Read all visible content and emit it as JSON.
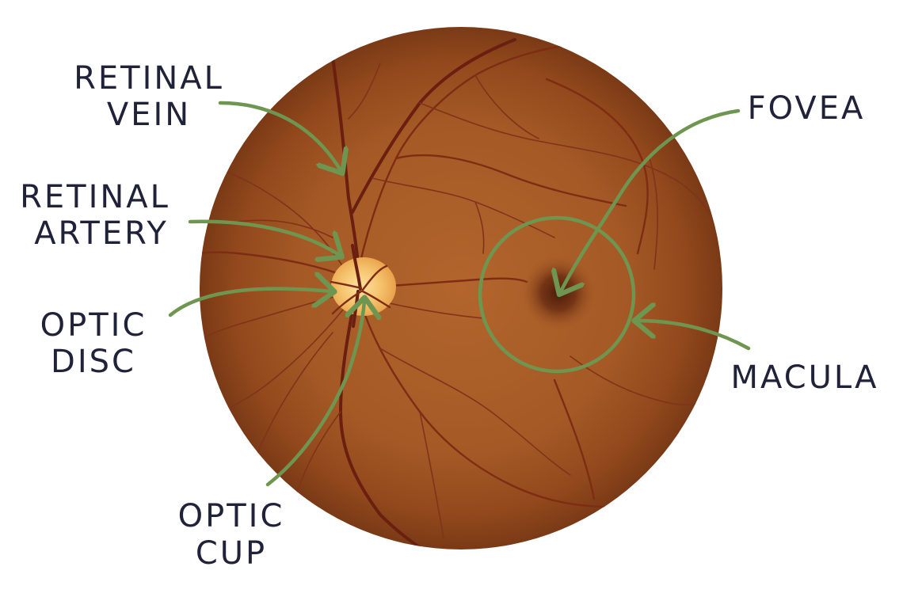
{
  "labels": {
    "retinal_vein": [
      "RETINAL",
      "VEIN"
    ],
    "retinal_artery": [
      "RETINAL",
      "ARTERY"
    ],
    "optic_disc": [
      "OPTIC",
      "DISC"
    ],
    "optic_cup": [
      "OPTIC",
      "CUP"
    ],
    "fovea": "FOVEA",
    "macula": "MACULA"
  },
  "colors": {
    "fundus_center": "#b2652c",
    "fundus_edge": "#7a3a16",
    "optic_disc": "#f6c46e",
    "vessel_artery": "#7e2c14",
    "vessel_vein": "#6a1f10",
    "callout_arrow": "#6f9650",
    "label_text": "#1f2238"
  }
}
